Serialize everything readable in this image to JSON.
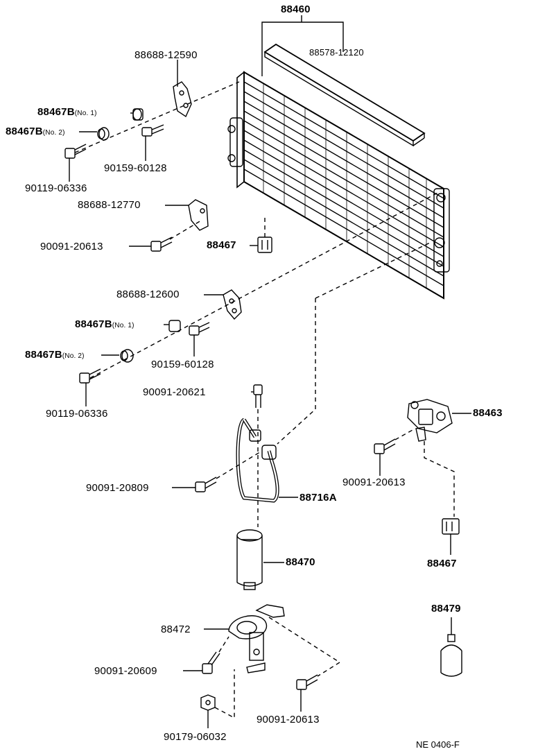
{
  "labels": {
    "condenser": "88460",
    "seal": "88578-12120",
    "bracket_top": "88688-12590",
    "cushion_top_1": "88467B",
    "cushion_top_1_sub": "(No. 1)",
    "cushion_top_2": "88467B",
    "cushion_top_2_sub": "(No. 2)",
    "bolt_top_center": "90159-60128",
    "bolt_top_left": "90119-06336",
    "bracket_mid": "88688-12770",
    "bolt_mid_left": "90091-20613",
    "cushion_mid": "88467",
    "bracket_lower": "88688-12600",
    "cushion_low_1": "88467B",
    "cushion_low_1_sub": "(No. 1)",
    "cushion_low_2": "88467B",
    "cushion_low_2_sub": "(No. 2)",
    "bolt_low_center": "90159-60128",
    "bolt_low_left": "90119-06336",
    "bolt_pipe_top": "90091-20621",
    "bolt_pipe_left": "90091-20809",
    "pipe": "88716A",
    "receiver": "88470",
    "bracket_receiver": "88472",
    "bolt_receiver_left": "90091-20609",
    "bolt_receiver_right": "90091-20613",
    "nut_bottom": "90179-06032",
    "pressure_switch": "88463",
    "bolt_switch": "90091-20613",
    "cushion_switch": "88467",
    "oil_can": "88479"
  },
  "diagram_code": "NE 0406-F"
}
